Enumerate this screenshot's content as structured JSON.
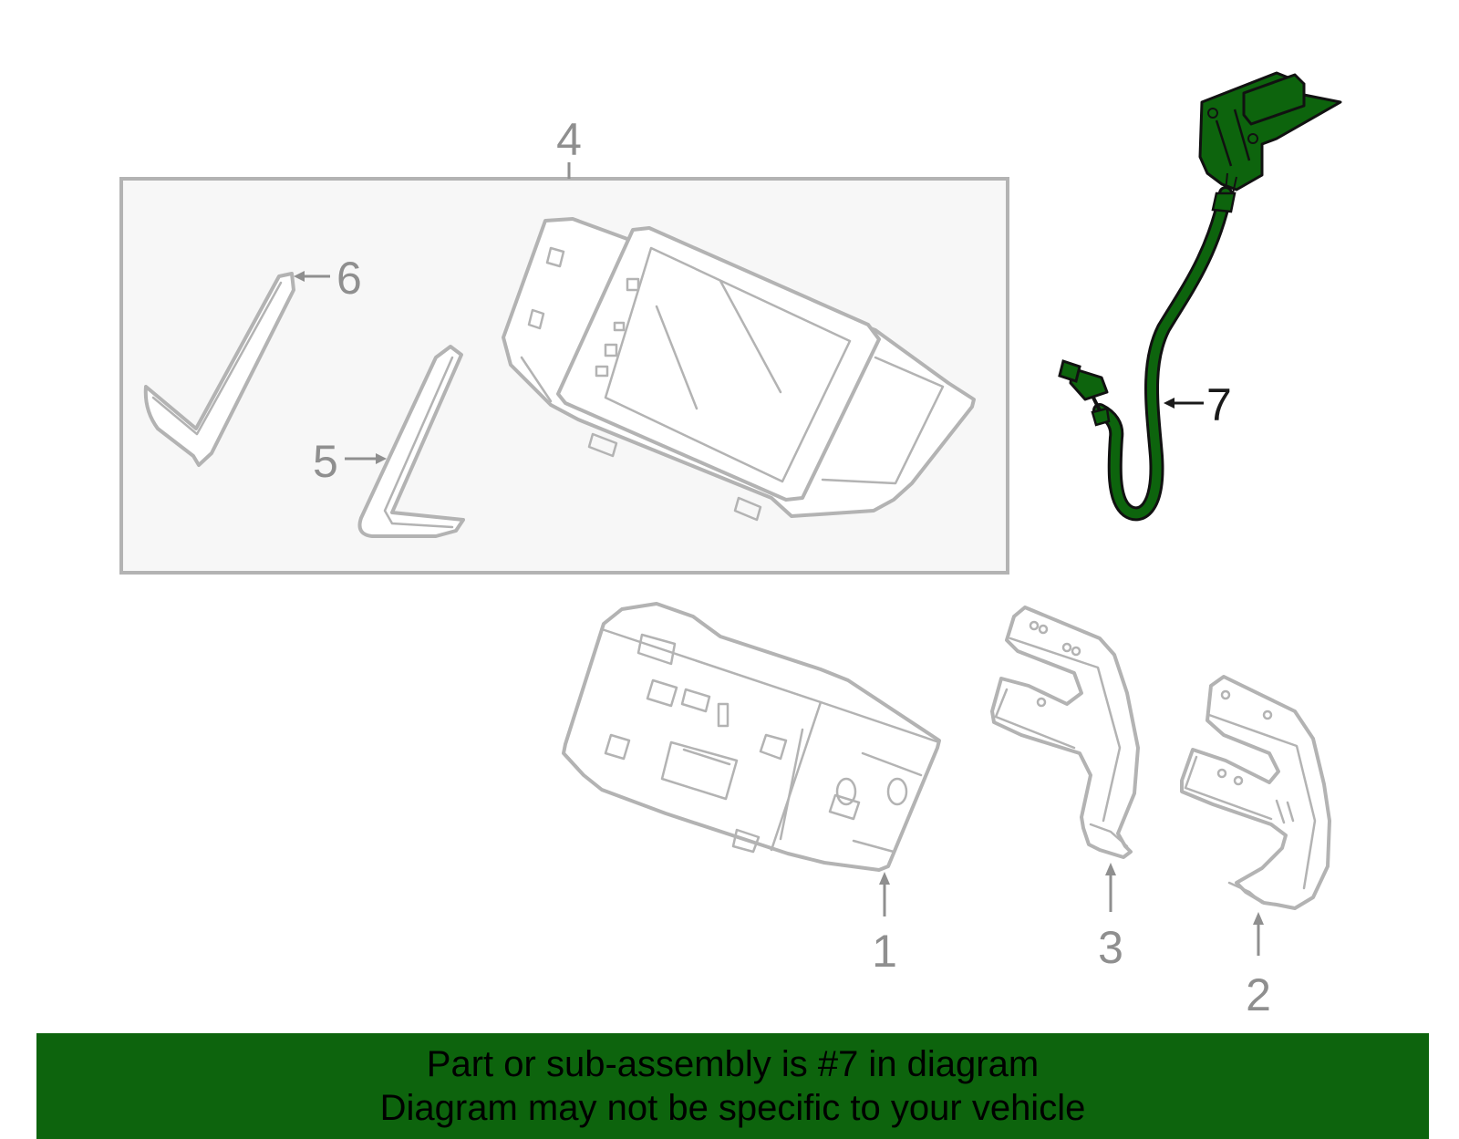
{
  "colors": {
    "highlight_part": "#0d640d",
    "banner_background": "#0d640d",
    "assembly_box_fill": "#f7f7f7",
    "part_outline": "#b3b3b3",
    "callout_text": "#8f8f8f",
    "highlight_callout_text": "#1a1a1a"
  },
  "callouts": {
    "c1": "1",
    "c2": "2",
    "c3": "3",
    "c4": "4",
    "c5": "5",
    "c6": "6",
    "c7": "7"
  },
  "highlighted_part": "7",
  "banner": {
    "line1": "Part or sub-assembly is #7 in diagram",
    "line2": "Diagram may not be specific to your vehicle"
  }
}
